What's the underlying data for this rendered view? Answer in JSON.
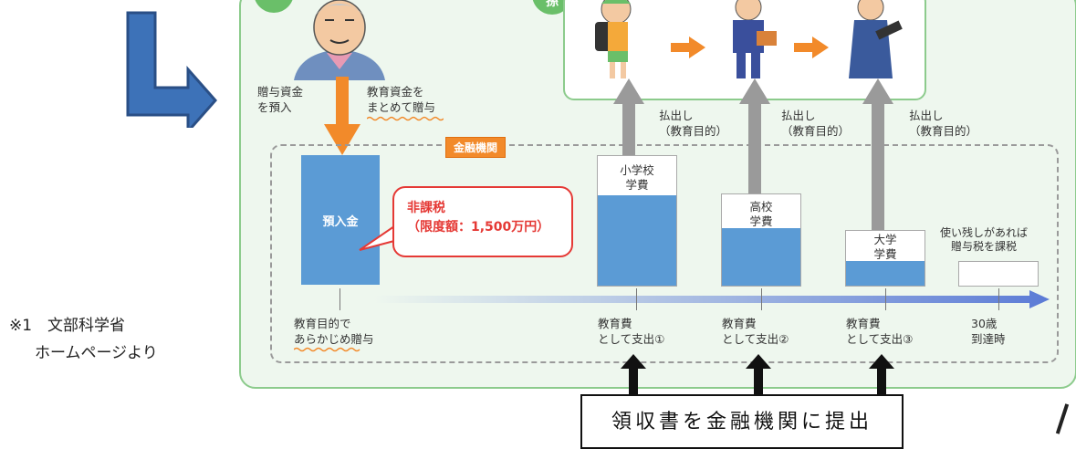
{
  "colors": {
    "panel_bg": "#eef7ee",
    "panel_border": "#8ccb8c",
    "accent_orange": "#f28a2a",
    "bar_blue": "#5b9bd5",
    "tax_red": "#e53935",
    "arrow_blue": "#3d72b8"
  },
  "icons": [
    "down-right-arrow-icon",
    "orange-down-arrow-icon",
    "gray-up-arrow-icon",
    "orange-right-arrow-icon",
    "black-up-arrow-icon",
    "grandparent-illustration",
    "child-illustration"
  ],
  "grandparent": {
    "label_left": [
      "贈与資金",
      "を預入"
    ],
    "label_right": [
      "教育資金を",
      "まとめて贈与"
    ]
  },
  "finance_label": "金融機関",
  "deposit_label": "預入金",
  "tax_free": {
    "title": "非課税",
    "limit": "（限度額：1,500万円）"
  },
  "withdrawals": [
    {
      "line1": "払出し",
      "line2": "（教育目的）"
    },
    {
      "line1": "払出し",
      "line2": "（教育目的）"
    },
    {
      "line1": "払出し",
      "line2": "（教育目的）"
    }
  ],
  "columns": [
    {
      "label": [
        "小学校",
        "学費"
      ]
    },
    {
      "label": [
        "高校",
        "学費"
      ]
    },
    {
      "label": [
        "大学",
        "学費"
      ]
    }
  ],
  "leftover_label": [
    "使い残しがあれば",
    "贈与税を課税"
  ],
  "timeline": [
    {
      "line1": "教育目的で",
      "line2": "あらかじめ贈与"
    },
    {
      "line1": "教育費",
      "line2": "として支出①"
    },
    {
      "line1": "教育費",
      "line2": "として支出②"
    },
    {
      "line1": "教育費",
      "line2": "として支出③"
    },
    {
      "line1": "30歳",
      "line2": "到達時"
    }
  ],
  "footnote": {
    "line1": "※1　文部科学省",
    "line2": "ホームページより"
  },
  "bottom_box": "領収書を金融機関に提出",
  "badge_partial": "孫"
}
